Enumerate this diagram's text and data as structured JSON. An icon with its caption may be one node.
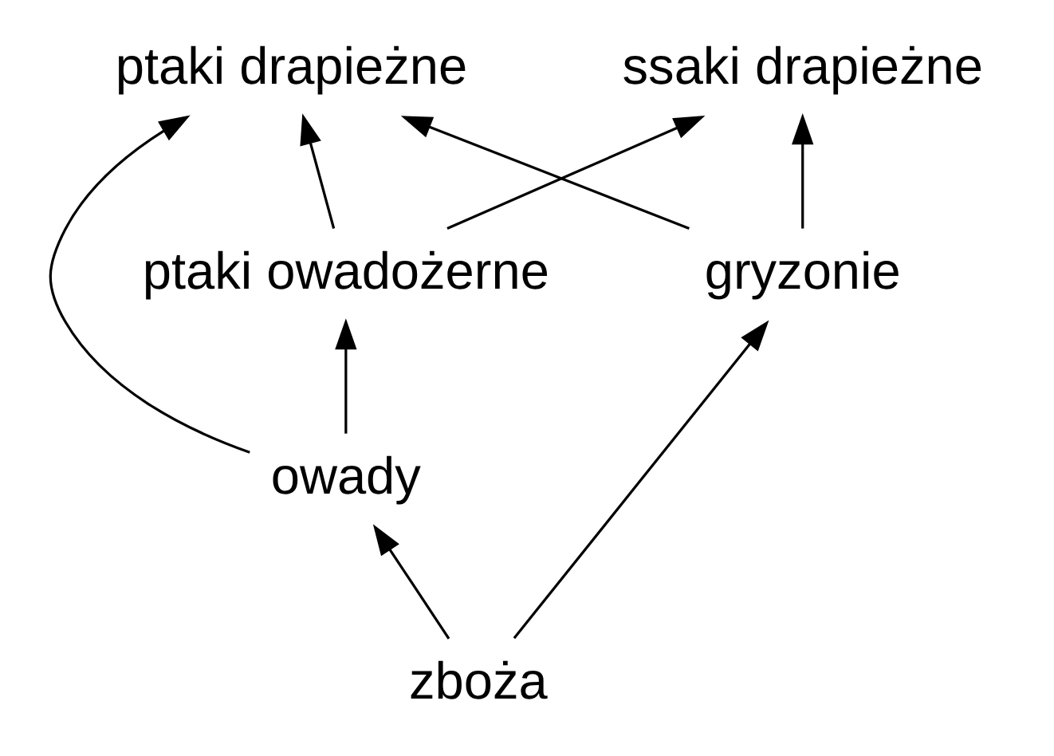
{
  "diagram": {
    "nodes": [
      {
        "text": [
          "ptaki drapieżne"
        ]
      },
      {
        "text": [
          "ssaki drapieżne"
        ]
      },
      {
        "text": [
          "ptaki owadożerne"
        ]
      },
      {
        "text": [
          "gryzonie"
        ]
      },
      {
        "text": [
          "owady"
        ]
      },
      {
        "text": [
          "zboża"
        ]
      }
    ],
    "edges": [
      {
        "from": 5,
        "to": 4,
        "arrow": "to"
      },
      {
        "from": 5,
        "to": 3,
        "arrow": "to"
      },
      {
        "from": 4,
        "to": 2,
        "arrow": "to"
      },
      {
        "from": 4,
        "to": 0,
        "arrow": "to"
      },
      {
        "from": 2,
        "to": 0,
        "arrow": "to"
      },
      {
        "from": 2,
        "to": 1,
        "arrow": "to"
      },
      {
        "from": 3,
        "to": 0,
        "arrow": "to"
      },
      {
        "from": 3,
        "to": 1,
        "arrow": "to"
      }
    ]
  }
}
